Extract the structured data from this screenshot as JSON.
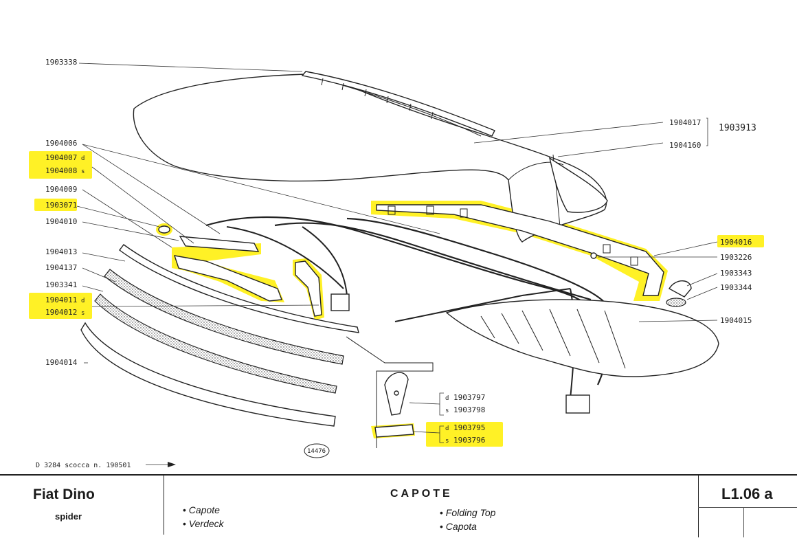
{
  "diagram": {
    "part_labels": {
      "p1903338": "1903338",
      "p1904006": "1904006",
      "p1904007": "1904007",
      "p1904008": "1904008",
      "p1904009": "1904009",
      "p1903071": "1903071",
      "p1904010": "1904010",
      "p1904013": "1904013",
      "p1904137": "1904137",
      "p1903341": "1903341",
      "p1904011": "1904011",
      "p1904012": "1904012",
      "p1904014": "1904014",
      "p1904017": "1904017",
      "p1903913": "1903913",
      "p1904160": "1904160",
      "p1904016": "1904016",
      "p1903226": "1903226",
      "p1903343": "1903343",
      "p1903344": "1903344",
      "p1904015": "1904015",
      "p1903797": "1903797",
      "p1903798": "1903798",
      "p1903795": "1903795",
      "p1903796": "1903796"
    },
    "side_marks": {
      "d": "d",
      "s": "s"
    },
    "figure_number": "14476",
    "chassis_note": "D 3284 scocca n. 190501",
    "highlight_color": "#ffee00"
  },
  "title_block": {
    "model": "Fiat Dino",
    "variant": "spider",
    "section": "CAPOTE",
    "names_left": [
      "Capote",
      "Verdeck"
    ],
    "names_right": [
      "Folding Top",
      "Capota"
    ],
    "page_code": "L1.06 a"
  }
}
